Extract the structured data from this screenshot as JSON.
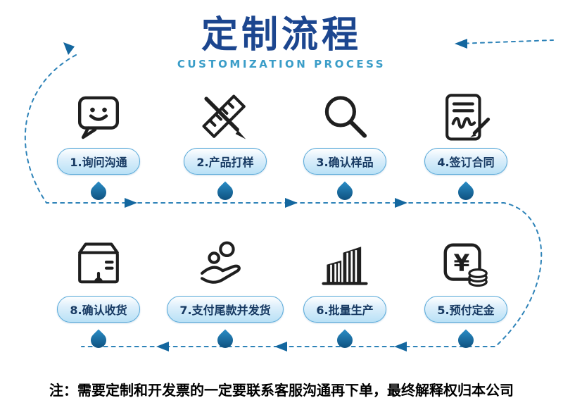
{
  "title": {
    "main": "定制流程",
    "subtitle": "CUSTOMIZATION PROCESS"
  },
  "rows": [
    {
      "items": [
        {
          "label": "1.询问沟通",
          "icon": "chat-smiley-icon"
        },
        {
          "label": "2.产品打样",
          "icon": "ruler-pencil-icon"
        },
        {
          "label": "3.确认样品",
          "icon": "magnifier-icon"
        },
        {
          "label": "4.签订合同",
          "icon": "contract-pen-icon"
        }
      ]
    },
    {
      "items": [
        {
          "label": "8.确认收货",
          "icon": "package-box-icon"
        },
        {
          "label": "7.支付尾款并发货",
          "icon": "hand-coins-icon"
        },
        {
          "label": "6.批量生产",
          "icon": "factory-buildings-icon"
        },
        {
          "label": "5.预付定金",
          "icon": "money-yen-icon"
        }
      ]
    }
  ],
  "note": "注：需要定制和开发票的一定要联系客服沟通再下单，最终解释权归本公司",
  "colors": {
    "title_blue": "#1c468f",
    "subtitle_teal": "#3a9dc8",
    "pill_border": "#58a9d9",
    "pill_gradient_top": "#ffffff",
    "pill_gradient_bottom": "#b9e1f6",
    "pill_text": "#173a63",
    "water_drop_light": "#2b8ec7",
    "water_drop_dark": "#0b4a77",
    "dashed_line": "#2e83b8",
    "arrow": "#14679f",
    "icon_stroke": "#1f1f1f"
  }
}
